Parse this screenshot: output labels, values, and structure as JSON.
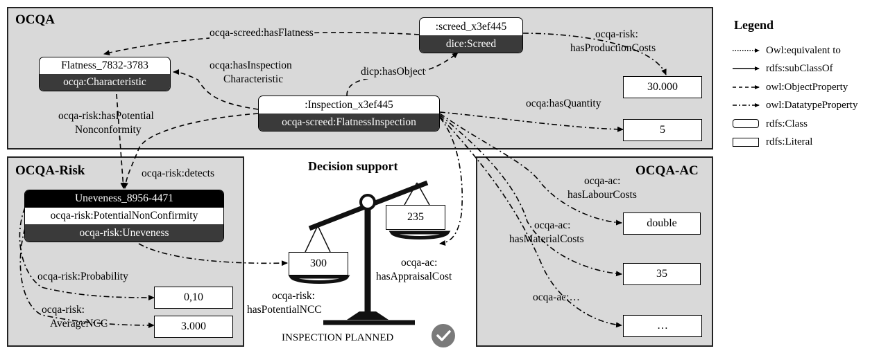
{
  "panels": {
    "ocqa": "OCQA",
    "risk": "OCQA-Risk",
    "ac": "OCQA-AC"
  },
  "nodes": {
    "flatness": {
      "id": "Flatness_7832-3783",
      "type": "ocqa:Characteristic"
    },
    "screed": {
      "id": ":screed_x3ef445",
      "type": "dice:Screed"
    },
    "inspection": {
      "id": ":Inspection_x3ef445",
      "type": "ocqa-screed:FlatnessInspection"
    },
    "uneveness": {
      "id": "Uneveness_8956-4471",
      "type1": "ocqa-risk:PotentialNonConfirmity",
      "type2": "ocqa-risk:Uneveness"
    }
  },
  "literals": {
    "production_costs": "30.000",
    "quantity": "5",
    "labour": "double",
    "material": "35",
    "etc": "…",
    "probability": "0,10",
    "average_ncc": "3.000",
    "left_pan": "300",
    "right_pan": "235"
  },
  "edges": {
    "has_flatness": "ocqa-screed:hasFlatness",
    "has_production_costs_1": "ocqa-risk:",
    "has_production_costs_2": "hasProductionCosts",
    "has_inspection_char_1": "ocqa:hasInspection",
    "has_inspection_char_2": "Characteristic",
    "has_object": "dicp:hasObject",
    "has_quantity": "ocqa:hasQuantity",
    "has_potential_nc_1": "ocqa-risk:hasPotential",
    "has_potential_nc_2": "Nonconformity",
    "detects": "ocqa-risk:detects",
    "labour_1": "ocqa-ac:",
    "labour_2": "hasLabourCosts",
    "material_1": "ocqa-ac:",
    "material_2": "hasMaterialCosts",
    "etc": "ocqa-ac:…",
    "probability": "ocqa-risk:Probability",
    "average_ncc_1": "ocqa-risk:",
    "average_ncc_2": "AverageNCC",
    "appraisal_1": "ocqa-ac:",
    "appraisal_2": "hasAppraisalCost",
    "potential_ncc_1": "ocqa-risk:",
    "potential_ncc_2": "hasPotentialNCC"
  },
  "decision": {
    "title": "Decision support",
    "status": "INSPECTION PLANNED"
  },
  "legend": {
    "title": "Legend",
    "items": [
      "Owl:equivalent to",
      "rdfs:subClassOf",
      "owl:ObjectProperty",
      "owl:DatatypeProperty",
      "rdfs:Class",
      "rdfs:Literal"
    ]
  },
  "colors": {
    "panel": "#d9d9d9",
    "dark_row": "#3a3a3a",
    "check": "#7a7a7a"
  }
}
